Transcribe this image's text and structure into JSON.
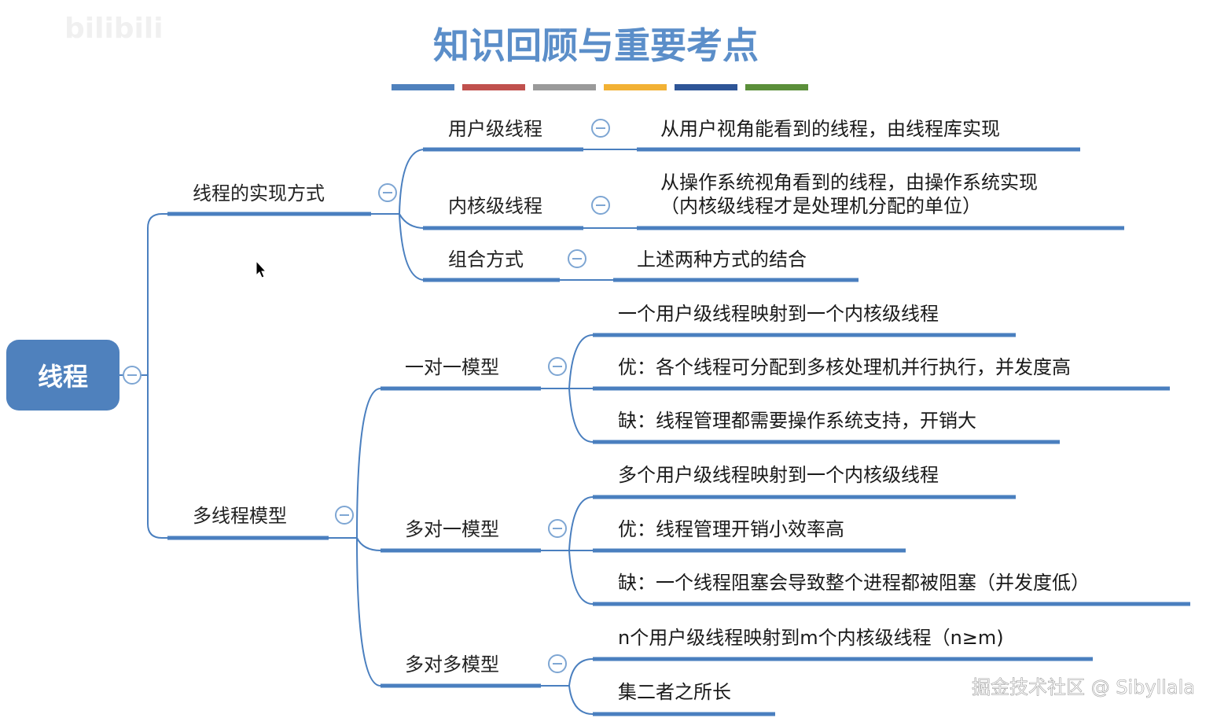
{
  "title": "知识回顾与重要考点",
  "title_bar_colors": [
    "#4f81bd",
    "#c0504d",
    "#9a9a9a",
    "#f2b134",
    "#2e5597",
    "#5b8f3a"
  ],
  "logo_text": "bilibili",
  "root": {
    "label": "线程"
  },
  "branches": [
    {
      "label": "线程的实现方式",
      "children": [
        {
          "label": "用户级线程",
          "details": [
            "从用户视角能看到的线程，由线程库实现"
          ]
        },
        {
          "label": "内核级线程",
          "details": [
            "从操作系统视角看到的线程，由操作系统实现",
            "（内核级线程才是处理机分配的单位）"
          ]
        },
        {
          "label": "组合方式",
          "details": [
            "上述两种方式的结合"
          ]
        }
      ]
    },
    {
      "label": "多线程模型",
      "children": [
        {
          "label": "一对一模型",
          "details": [
            "一个用户级线程映射到一个内核级线程",
            "优：各个线程可分配到多核处理机并行执行，并发度高",
            "缺：线程管理都需要操作系统支持，开销大"
          ]
        },
        {
          "label": "多对一模型",
          "details": [
            "多个用户级线程映射到一个内核级线程",
            "优：线程管理开销小效率高",
            "缺：一个线程阻塞会导致整个进程都被阻塞（并发度低）"
          ]
        },
        {
          "label": "多对多模型",
          "details": [
            "n个用户级线程映射到m个内核级线程（n≥m)",
            "集二者之所长"
          ]
        }
      ]
    }
  ],
  "watermark": "掘金技术社区 @ Sibyllala",
  "icons": {
    "collapse": "collapse-minus-icon",
    "cursor": "mouse-cursor-icon"
  },
  "colors": {
    "accent": "#4a7fbf",
    "root_fill": "#4f81bd",
    "title": "#5b8ec9"
  }
}
